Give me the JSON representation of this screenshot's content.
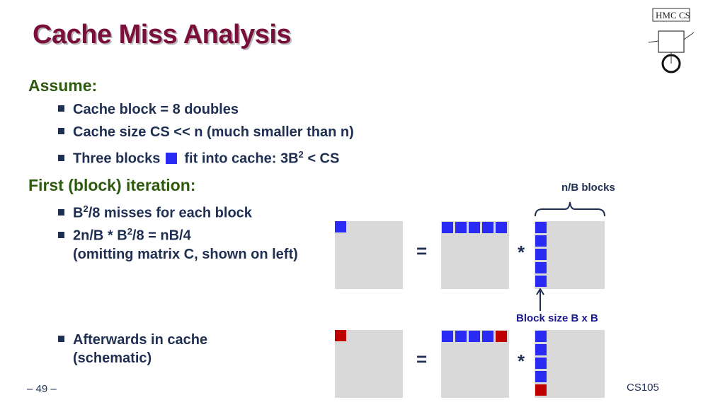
{
  "title": "Cache Miss Analysis",
  "assume": {
    "heading": "Assume:",
    "items": [
      "Cache block = 8 doubles",
      "Cache size CS << n (much smaller than n)"
    ],
    "three_blocks_pre": "Three blocks",
    "three_blocks_post": "fit into cache: 3B",
    "three_blocks_sup": "2",
    "three_blocks_tail": " < CS"
  },
  "first": {
    "heading": "First (block) iteration:",
    "b1_pre": "B",
    "b1_sup": "2",
    "b1_post": "/8 misses for each block",
    "b2_pre": "2n/B * B",
    "b2_sup": "2",
    "b2_post": "/8 = nB/4",
    "b2_line2": "(omitting matrix C, shown on left)"
  },
  "after": {
    "line1": "Afterwards in cache",
    "line2": "(schematic)"
  },
  "diagram": {
    "eq": "=",
    "mul": "*",
    "nb_blocks": "n/B blocks",
    "block_size": "Block size B x B"
  },
  "footer": {
    "page": "– 49 –",
    "course": "CS105"
  },
  "logo": {
    "text": "HMC CS"
  },
  "colors": {
    "block_blue": "#2a2af5",
    "block_red": "#c00000",
    "matrix_gray": "#d9d9d9",
    "title": "#7a0f3b",
    "heading": "#2e5a10"
  }
}
